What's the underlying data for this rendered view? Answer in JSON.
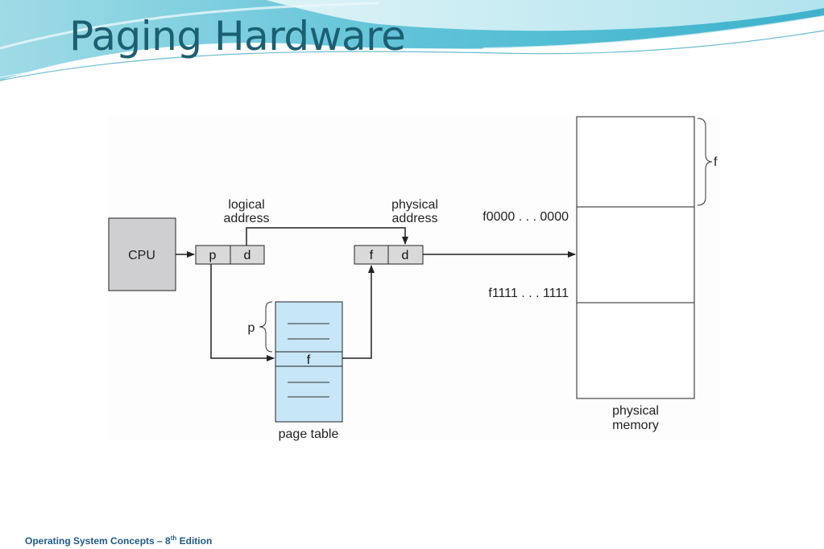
{
  "slide": {
    "title": "Paging Hardware",
    "footer": {
      "prefix": "Operating System Concepts – 8",
      "superscript": "th",
      "suffix": " Edition"
    }
  },
  "colors": {
    "title": "#1c5f72",
    "footer": "#1f5a8c",
    "cpu_fill": "#cfcfd1",
    "register_fill": "#d9d9da",
    "page_table_fill": "#c7e6f7",
    "stroke": "#222222"
  },
  "diagram": {
    "cpu_label": "CPU",
    "logical_address_label": [
      "logical",
      "address"
    ],
    "physical_address_label": [
      "physical",
      "address"
    ],
    "logical_register": {
      "page": "p",
      "offset": "d"
    },
    "physical_register": {
      "frame": "f",
      "offset": "d"
    },
    "page_table": {
      "brace_label": "p",
      "entry": "f",
      "caption": "page table"
    },
    "frame_start_address": "f0000 . . . 0000",
    "frame_end_address": "f1111 . . . 1111",
    "frame_brace_label": "f",
    "physical_memory_label": [
      "physical",
      "memory"
    ]
  }
}
